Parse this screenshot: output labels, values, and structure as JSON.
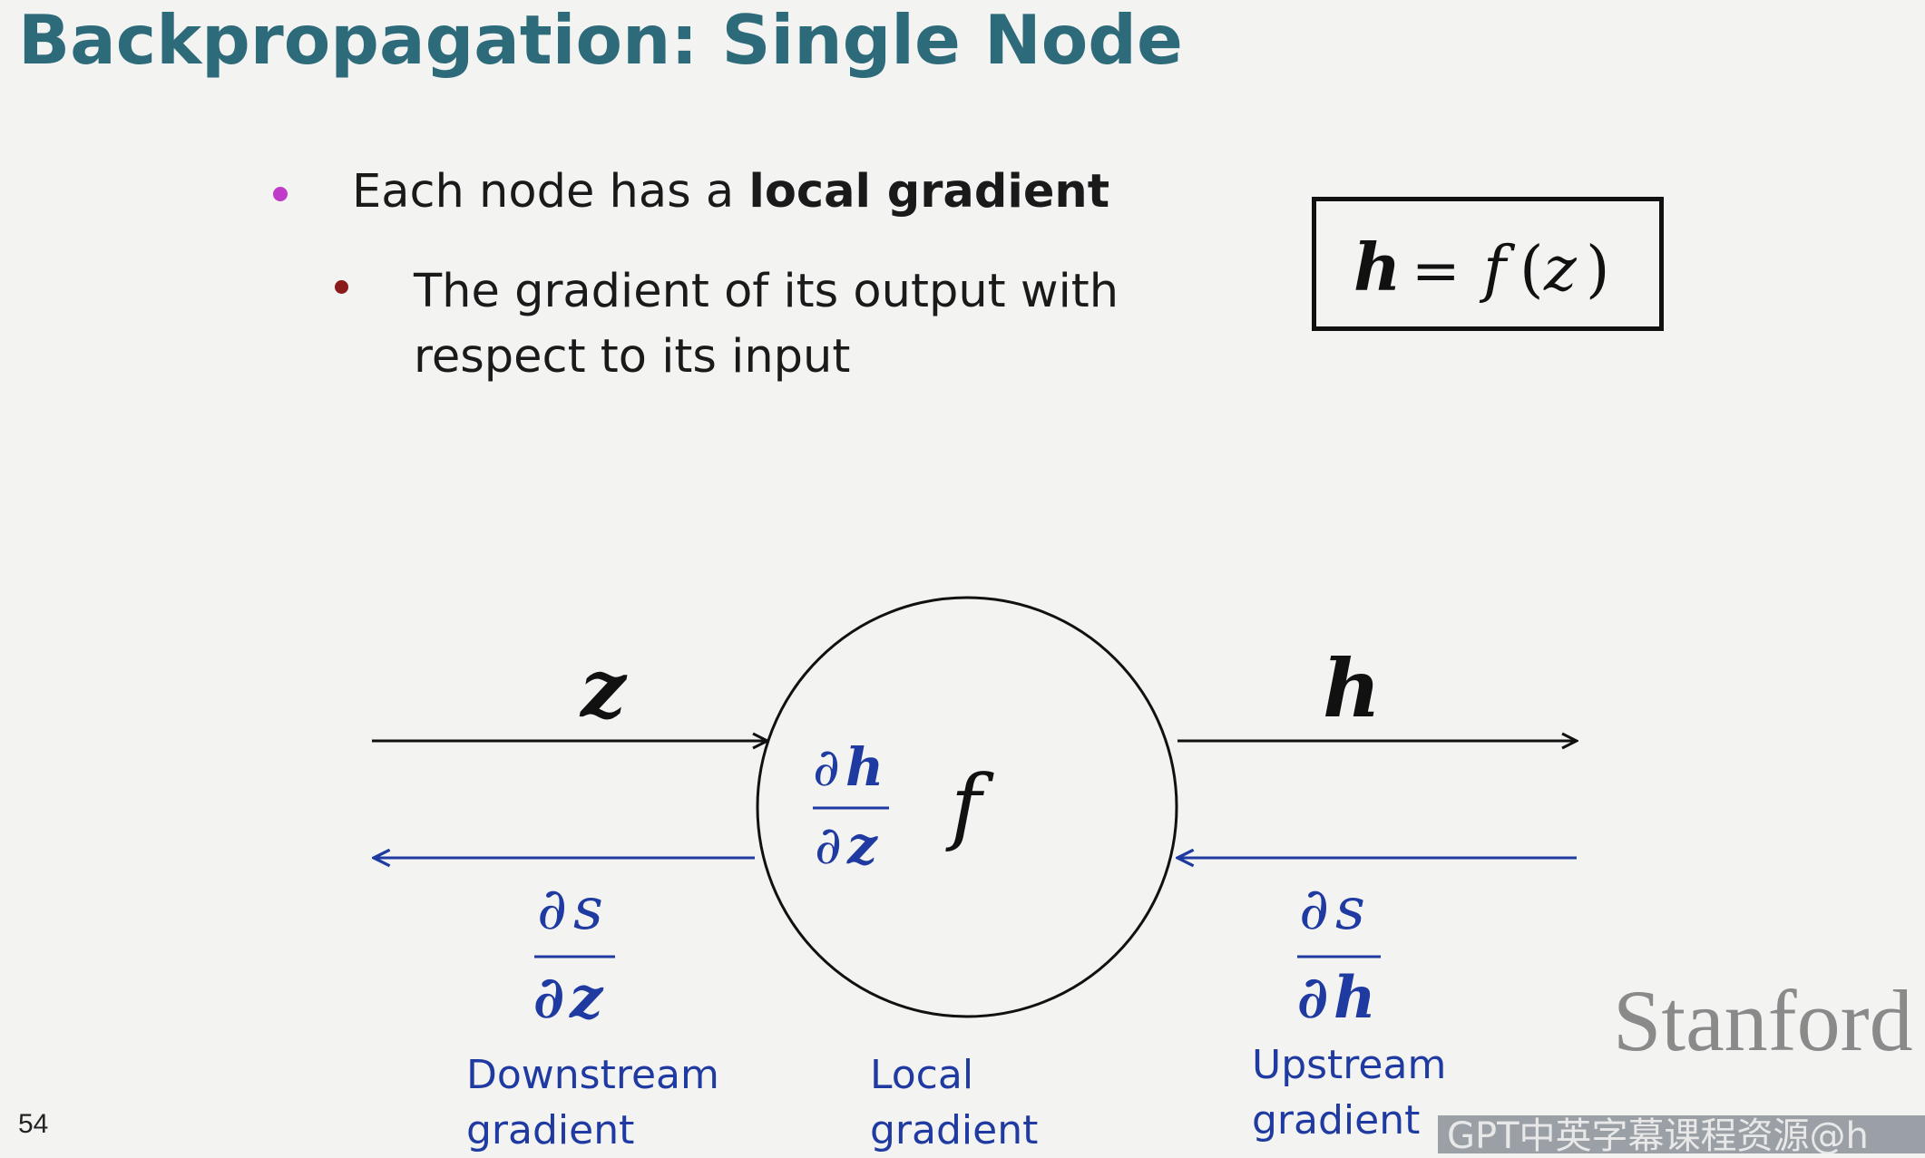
{
  "slide": {
    "title": "Backpropagation: Single Node",
    "number": "54",
    "logo_text": "Stanford",
    "watermark_text": "GPT中英字幕课程资源@h"
  },
  "bullets": {
    "main_prefix": "Each node has a ",
    "main_bold": "local gradient",
    "sub_line1": "The gradient of its output with",
    "sub_line2": "respect to its input"
  },
  "formula": {
    "h": "h",
    "equals": "=",
    "f": "f",
    "open": "(",
    "z": "z",
    "close": ")"
  },
  "diagram": {
    "input_label": "z",
    "output_label": "h",
    "node_label": "f",
    "partial": "∂",
    "local_num_var": "h",
    "local_den_var": "z",
    "down_num_var": "s",
    "down_den_var": "z",
    "up_num_var": "s",
    "up_den_var": "h",
    "downstream_caption_1": "Downstream",
    "downstream_caption_2": "gradient",
    "local_caption_1": "Local",
    "local_caption_2": "gradient",
    "upstream_caption_1": "Upstream",
    "upstream_caption_2": "gradient"
  },
  "colors": {
    "title": "#2d6a7a",
    "bullet_main": "#c03cc8",
    "bullet_sub": "#8b1a1a",
    "gradient_blue": "#1f3aa0",
    "line_black": "#111111"
  }
}
